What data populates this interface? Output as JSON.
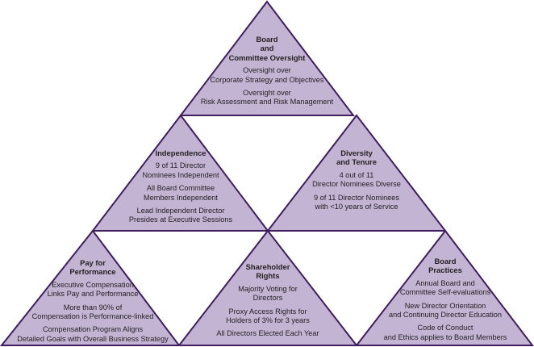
{
  "diagram": {
    "colors": {
      "fill": "#c3b4d4",
      "stroke": "#3f1d5e",
      "text": "#231f20"
    },
    "sections": [
      {
        "id": "board-committee-oversight",
        "title": [
          "Board",
          "and",
          "Committee Oversight"
        ],
        "items": [
          [
            "Oversight over",
            "Corporate Strategy and Objectives"
          ],
          [
            "Oversight over",
            "Risk Assessment and Risk Management"
          ]
        ]
      },
      {
        "id": "independence",
        "title": [
          "Independence"
        ],
        "items": [
          [
            "9 of 11 Director",
            "Nominees Independent"
          ],
          [
            "All Board Committee",
            "Members Independent"
          ],
          [
            "Lead Independent Director",
            "Presides at Executive Sessions"
          ]
        ]
      },
      {
        "id": "diversity-tenure",
        "title": [
          "Diversity",
          "and Tenure"
        ],
        "items": [
          [
            "4 out of 11",
            "Director Nominees Diverse"
          ],
          [
            "9 of 11 Director Nominees",
            "with <10 years of Service"
          ]
        ]
      },
      {
        "id": "pay-for-performance",
        "title": [
          "Pay for",
          "Performance"
        ],
        "items": [
          [
            "Executive Compensation",
            "Links Pay and Performance"
          ],
          [
            "More than 90% of",
            "Compensation is Performance-linked"
          ],
          [
            "Compensation Program Aligns",
            "Detailed Goals with Overall Business Strategy"
          ]
        ]
      },
      {
        "id": "shareholder-rights",
        "title": [
          "Shareholder",
          "Rights"
        ],
        "items": [
          [
            "Majority Voting for",
            "Directors"
          ],
          [
            "Proxy Access Rights for",
            "Holders of 3% for 3 years"
          ],
          [
            "All Directors Elected Each Year"
          ]
        ]
      },
      {
        "id": "board-practices",
        "title": [
          "Board",
          "Practices"
        ],
        "items": [
          [
            "Annual Board and",
            "Committee Self-evaluations"
          ],
          [
            "New Director Orientation",
            "and Continuing Director Education"
          ],
          [
            "Code of Conduct",
            "and Ethics applies to Board Members"
          ]
        ]
      }
    ]
  }
}
